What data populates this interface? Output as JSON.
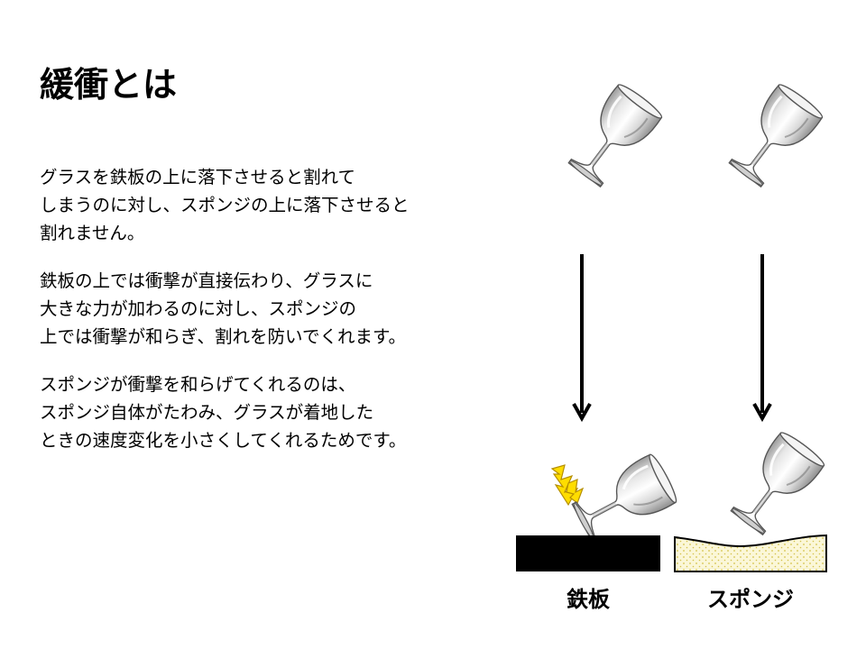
{
  "slide": {
    "title": "緩衝とは",
    "paragraphs": [
      {
        "lines": [
          "グラスを鉄板の上に落下させると割れて",
          "しまうのに対し、スポンジの上に落下させると",
          "割れません。"
        ]
      },
      {
        "lines": [
          "鉄板の上では衝撃が直接伝わり、グラスに",
          "大きな力が加わるのに対し、スポンジの",
          "上では衝撃が和らぎ、割れを防いでくれます。"
        ]
      },
      {
        "lines": [
          "スポンジが衝撃を和らげてくれるのは、",
          "スポンジ自体がたわみ、グラスが着地した",
          "ときの速度変化を小さくしてくれるためです。"
        ]
      }
    ],
    "diagram": {
      "iron_label": "鉄板",
      "sponge_label": "スポンジ",
      "colors": {
        "iron_plate": "#000000",
        "sponge_fill": "#fbf7d8",
        "sponge_dots": "#d4c24a",
        "lightning": "#ffdd00",
        "arrow": "#000000"
      }
    }
  }
}
